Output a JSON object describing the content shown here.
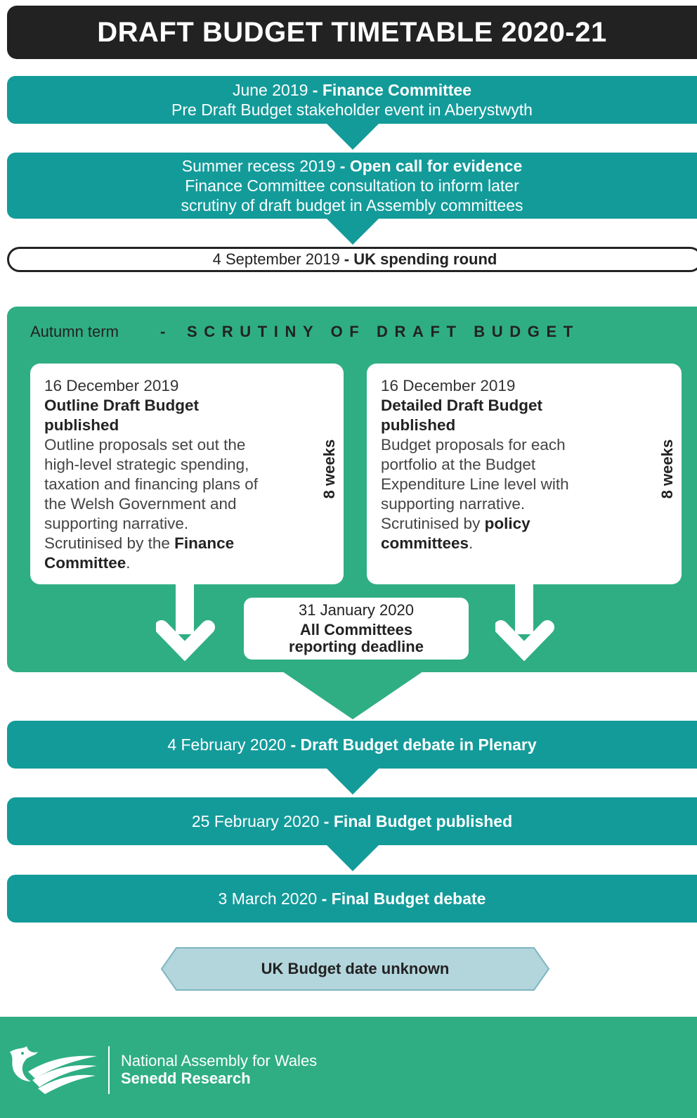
{
  "title": "DRAFT BUDGET TIMETABLE 2020-21",
  "steps": {
    "june": {
      "date": "June 2019",
      "sep": " - ",
      "event": "Finance Committee",
      "detail": "Pre Draft Budget stakeholder event in Aberystwyth"
    },
    "summer": {
      "date": "Summer recess 2019",
      "sep": " - ",
      "event": "Open call for evidence",
      "detail1": "Finance Committee consultation to inform later",
      "detail2": "scrutiny of draft budget in Assembly committees"
    },
    "spending": {
      "date": "4 September 2019",
      "sep": " - ",
      "event": "UK spending round"
    },
    "debate_plenary": {
      "date": "4 February 2020",
      "sep": " - ",
      "event": "Draft Budget debate in Plenary"
    },
    "final_published": {
      "date": "25 February 2020",
      "sep": " - ",
      "event": "Final Budget published"
    },
    "final_debate": {
      "date": "3 March 2020",
      "sep": " - ",
      "event": "Final Budget debate"
    }
  },
  "autumn": {
    "term": "Autumn term",
    "dash": "-",
    "heading": "SCRUTINY OF DRAFT BUDGET",
    "outline": {
      "date": "16 December 2019",
      "head1": "Outline Draft Budget",
      "head2": "published",
      "lines": [
        "Outline proposals set out the",
        "high-level strategic spending,",
        "taxation and financing plans of",
        "the Welsh Government and",
        "supporting narrative."
      ],
      "scrutinised_prefix": "Scrutinised by the ",
      "committee_a": "Finance",
      "committee_b": "Committee",
      "period": ".",
      "weeks": "8 weeks"
    },
    "detailed": {
      "date": "16 December 2019",
      "head1": "Detailed Draft Budget",
      "head2": "published",
      "lines": [
        "Budget proposals for each",
        "portfolio at the Budget",
        "Expenditure Line level with",
        "supporting narrative."
      ],
      "scrutinised_prefix": "Scrutinised by ",
      "committee_a": "policy",
      "committee_b": "committees",
      "period": ".",
      "weeks": "8 weeks"
    },
    "deadline": {
      "date": "31 January 2020",
      "line1": "All Committees",
      "line2": "reporting deadline"
    }
  },
  "uk_budget": "UK Budget date unknown",
  "footer": {
    "line1": "National Assembly for Wales",
    "line2": "Senedd Research",
    "logo_icon": "dragon-logo-icon"
  },
  "colors": {
    "teal": "#139b9a",
    "green": "#2fae84",
    "dark": "#222222",
    "uk_budget_fill": "#b3d5dc",
    "uk_budget_stroke": "#7fb6c2"
  }
}
